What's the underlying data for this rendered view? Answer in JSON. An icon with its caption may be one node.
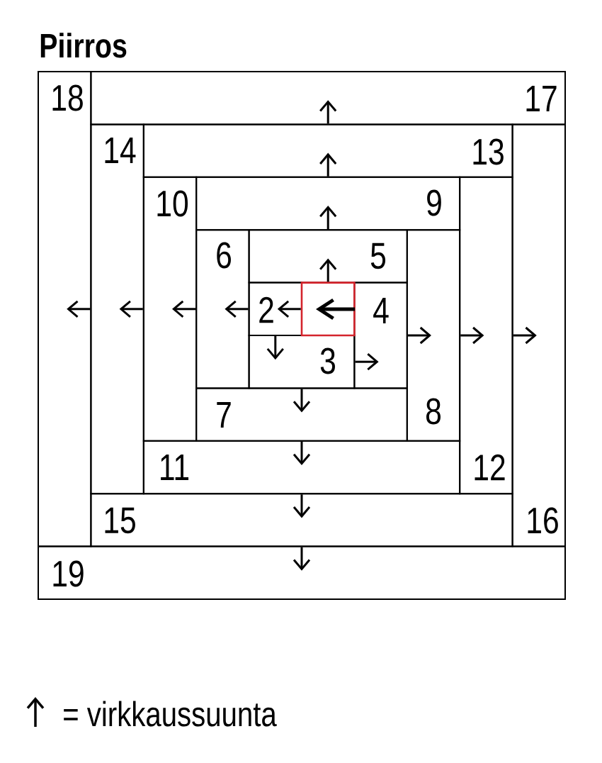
{
  "diagram": {
    "title": "Piirros",
    "nodes": [
      {
        "text": [],
        "shape": "box"
      },
      {
        "text": [
          "2"
        ]
      },
      {
        "text": [
          "3"
        ]
      },
      {
        "text": [
          "4"
        ]
      },
      {
        "text": [
          "5"
        ]
      },
      {
        "text": [
          "6"
        ]
      },
      {
        "text": [
          "7"
        ]
      },
      {
        "text": [
          "8"
        ]
      },
      {
        "text": [
          "9"
        ]
      },
      {
        "text": [
          "10"
        ]
      },
      {
        "text": [
          "11"
        ]
      },
      {
        "text": [
          "12"
        ]
      },
      {
        "text": [
          "13"
        ]
      },
      {
        "text": [
          "14"
        ]
      },
      {
        "text": [
          "15"
        ]
      },
      {
        "text": [
          "16"
        ]
      },
      {
        "text": [
          "17"
        ]
      },
      {
        "text": [
          "18"
        ]
      },
      {
        "text": [
          "19"
        ]
      }
    ],
    "edges": [
      {
        "from": 0,
        "to": 1,
        "arrow": "to"
      },
      {
        "from": 1,
        "to": 2,
        "arrow": "to"
      },
      {
        "from": 2,
        "to": 3,
        "arrow": "to"
      },
      {
        "from": 0,
        "to": 4,
        "arrow": "to"
      },
      {
        "from": 1,
        "to": 5,
        "arrow": "to"
      },
      {
        "from": 2,
        "to": 6,
        "arrow": "to"
      },
      {
        "from": 3,
        "to": 7,
        "arrow": "to"
      },
      {
        "from": 4,
        "to": 8,
        "arrow": "to"
      },
      {
        "from": 5,
        "to": 9,
        "arrow": "to"
      },
      {
        "from": 6,
        "to": 10,
        "arrow": "to"
      },
      {
        "from": 7,
        "to": 11,
        "arrow": "to"
      },
      {
        "from": 8,
        "to": 12,
        "arrow": "to"
      },
      {
        "from": 9,
        "to": 13,
        "arrow": "to"
      },
      {
        "from": 10,
        "to": 14,
        "arrow": "to"
      },
      {
        "from": 11,
        "to": 15,
        "arrow": "to"
      },
      {
        "from": 12,
        "to": 16,
        "arrow": "to"
      },
      {
        "from": 13,
        "to": 17,
        "arrow": "to"
      },
      {
        "from": 14,
        "to": 18,
        "arrow": "to"
      }
    ],
    "legend": [
      {
        "text": "= virkkaussuunta"
      }
    ]
  }
}
